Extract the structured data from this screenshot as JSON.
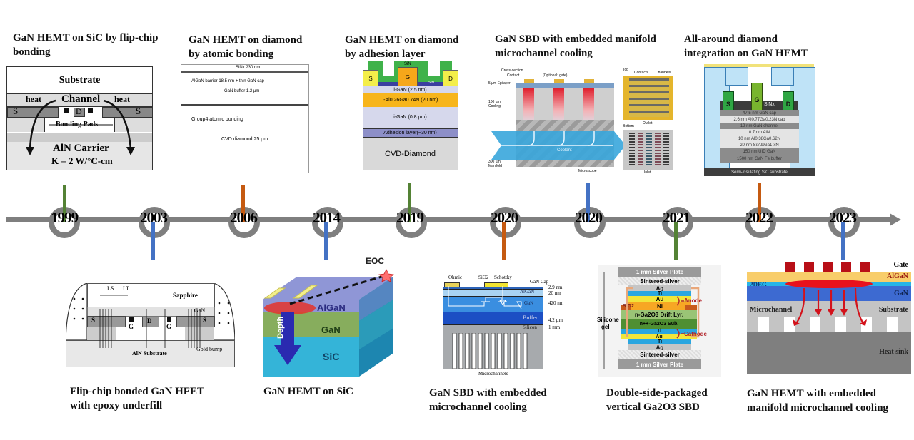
{
  "colors": {
    "axis": "#7f7f7f",
    "green": "#548235",
    "blue": "#4472c4",
    "orange": "#c55a11"
  },
  "timeline": {
    "years": [
      "1999",
      "2003",
      "2006",
      "2014",
      "2019",
      "2020",
      "2020",
      "2021",
      "2022",
      "2023"
    ]
  },
  "panels": {
    "p1999": {
      "title_line1": "GaN HEMT on SiC by flip-chip",
      "title_line2": "bonding",
      "substrate": "Substrate",
      "channel": "Channel",
      "heat_left": "heat",
      "heat_right": "heat",
      "source_left": "S",
      "drain": "D",
      "source_right": "S",
      "bonding_pads": "Bonding Pads",
      "carrier": "AlN Carrier",
      "k_value": "K = 2 W/°C-cm"
    },
    "p2003": {
      "title_line1": "Flip-chip bonded GaN HFET",
      "title_line2": "with epoxy underfill",
      "sapphire": "Sapphire",
      "gan": "GaN",
      "ls": "LS",
      "lt": "LT",
      "source_left": "S",
      "gate_left": "G",
      "drain": "D",
      "gate_right": "G",
      "source_right": "S",
      "substrate": "AlN Substrate",
      "gold_bump": "Gold bump"
    },
    "p2006": {
      "title_line1": "GaN HEMT on diamond",
      "title_line2": "by atomic bonding",
      "sin": "SiNx 230 nm",
      "barrier": "AlGaN barrier 18.5 nm + thin GaN cap",
      "buffer": "GaN buffer 1.2 µm",
      "bonding": "Group4 atomic bonding",
      "diamond": "CVD diamond 25 µm"
    },
    "p2014": {
      "title": "GaN HEMT on SiC",
      "eoc": "EOC",
      "algan": "AlGaN",
      "gan": "GaN",
      "sic": "SiC",
      "depth": "Depth"
    },
    "p2019": {
      "title_line1": "GaN HEMT on diamond",
      "title_line2": "by adhesion layer",
      "sin_top": "SiN",
      "sin_mid": "SiN",
      "source": "S",
      "gate": "G",
      "drain": "D",
      "layers": [
        "i-GaN (2.5 nm)",
        "i-Al0.26Ga0.74N (20 nm)",
        "i-GaN (0.8 µm)",
        "Adhesion layer(~30 nm)",
        "CVD-Diamond"
      ]
    },
    "p2020a": {
      "title_line1": "GaN SBD with embedded",
      "title_line2": "microchannel cooling",
      "ohmic": "Ohmic",
      "sio2": "SiO2",
      "schottky": "Schottky",
      "gan_cap": "GaN Cap",
      "layers": [
        {
          "name": "AlGaN",
          "thickness": "20 nm"
        },
        {
          "name": "GaN",
          "thickness": "420 nm"
        },
        {
          "name": "Buffer",
          "thickness": "4.2 µm"
        },
        {
          "name": "Silicon",
          "thickness": "1 mm"
        }
      ],
      "cap_thickness": "2.9 nm",
      "microchannels": "Microchannels"
    },
    "p2020b": {
      "title_line1": "GaN SBD with embedded manifold",
      "title_line2": "microchannel cooling",
      "cross_section": "Cross-section",
      "contact": "Contact",
      "optional_gate": "(Optional: gate)",
      "epilayer": "5 µm Epilayer",
      "cooling": "100 µm Cooling",
      "manifold": "300 µm Manifold",
      "coolant": "Coolant",
      "top": "Top",
      "contacts": "Contacts",
      "channels": "Channels",
      "bottom": "Bottom",
      "outlet": "Outlet",
      "inlet": "Inlet",
      "microscope": "Microscope"
    },
    "p2021": {
      "title_line1": "Double-side-packaged",
      "title_line2": "vertical Ga2O3 SBD",
      "top_plate": "1 mm Silver Plate",
      "sintered_top": "Sintered-silver",
      "layers": [
        "Ag",
        "Ti",
        "Au",
        "Ni"
      ],
      "sio2": "SiO2",
      "drift": "n-Ga2O3 Drift Lyr.",
      "sub": "n++-Ga2O3 Sub.",
      "layers_bottom": [
        "Ti",
        "Au",
        "Ti",
        "Ag"
      ],
      "sintered_bottom": "Sintered-silver",
      "bottom_plate": "1 mm Silver Plate",
      "anode": "Anode",
      "cathode": "Cathode",
      "silicone": "Silicone",
      "gel": "gel"
    },
    "p2022": {
      "title_line1": "All-around diamond",
      "title_line2": "integration on GaN HEMT",
      "source": "S",
      "gate": "G",
      "drain": "D",
      "sinx": "SiNx",
      "layers": [
        "47.5 nm GaN cap",
        "2.6 nm Al0.77Ga0.23N cap",
        "12 nm GaN channel",
        "0.7 nm AlN",
        "10 nm Al0.38Ga0.62N",
        "20 nm Si:AlxGa1-xN",
        "150 nm UID GaN",
        "1500 nm GaN Fe buffer",
        "Semi-insulating SiC substrate"
      ]
    },
    "p2023": {
      "title_line1": "GaN HEMT with embedded",
      "title_line2": "manifold microchannel cooling",
      "gate": "Gate",
      "algan": "AlGaN",
      "twodeg": "2DEG",
      "gan": "GaN",
      "microchannel": "Microchannel",
      "substrate": "Substrate",
      "heat_sink": "Heat sink"
    }
  }
}
